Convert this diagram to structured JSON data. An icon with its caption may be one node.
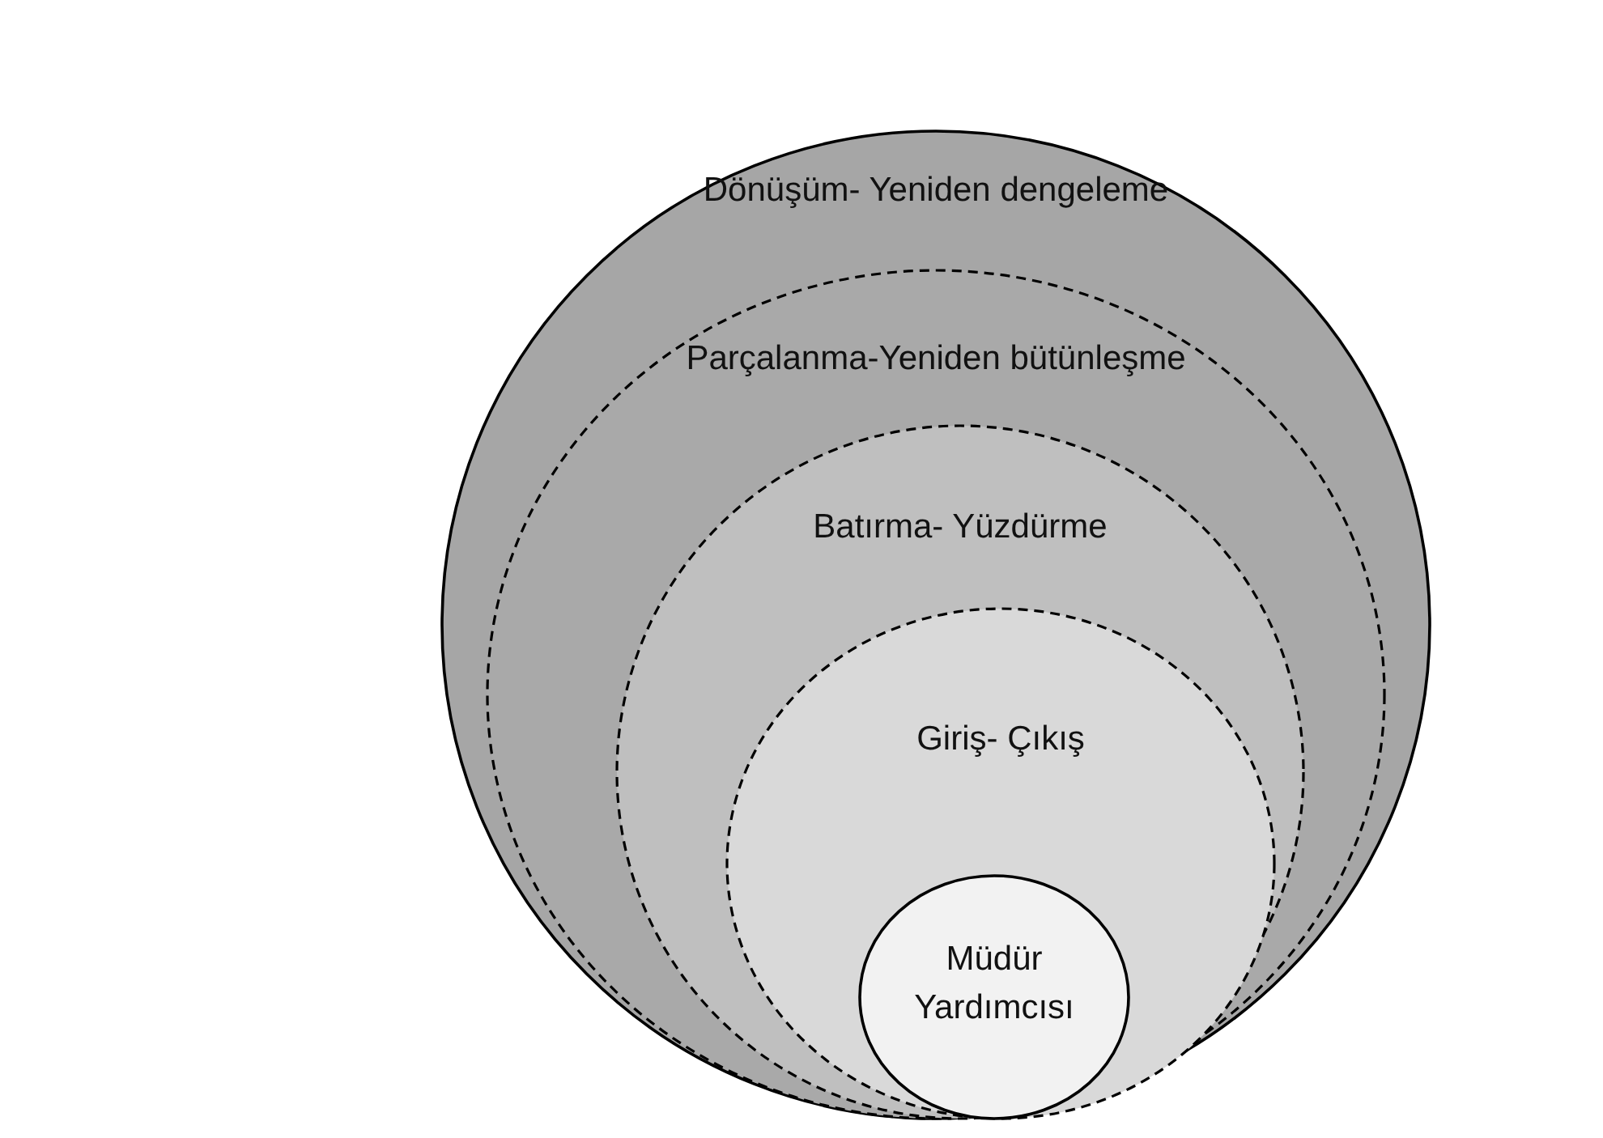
{
  "diagram": {
    "nodes": [
      {
        "text": [
          "Dönüşüm- Yeniden dengeleme"
        ]
      },
      {
        "text": [
          "Parçalanma-Yeniden bütünleşme"
        ],
        "in": 0
      },
      {
        "text": [
          "Batırma- Yüzdürme"
        ],
        "in": 1
      },
      {
        "text": [
          "Giriş- Çıkış"
        ],
        "in": 2
      },
      {
        "text": [
          "Müdür Yardımcısı"
        ],
        "in": 3
      }
    ]
  }
}
